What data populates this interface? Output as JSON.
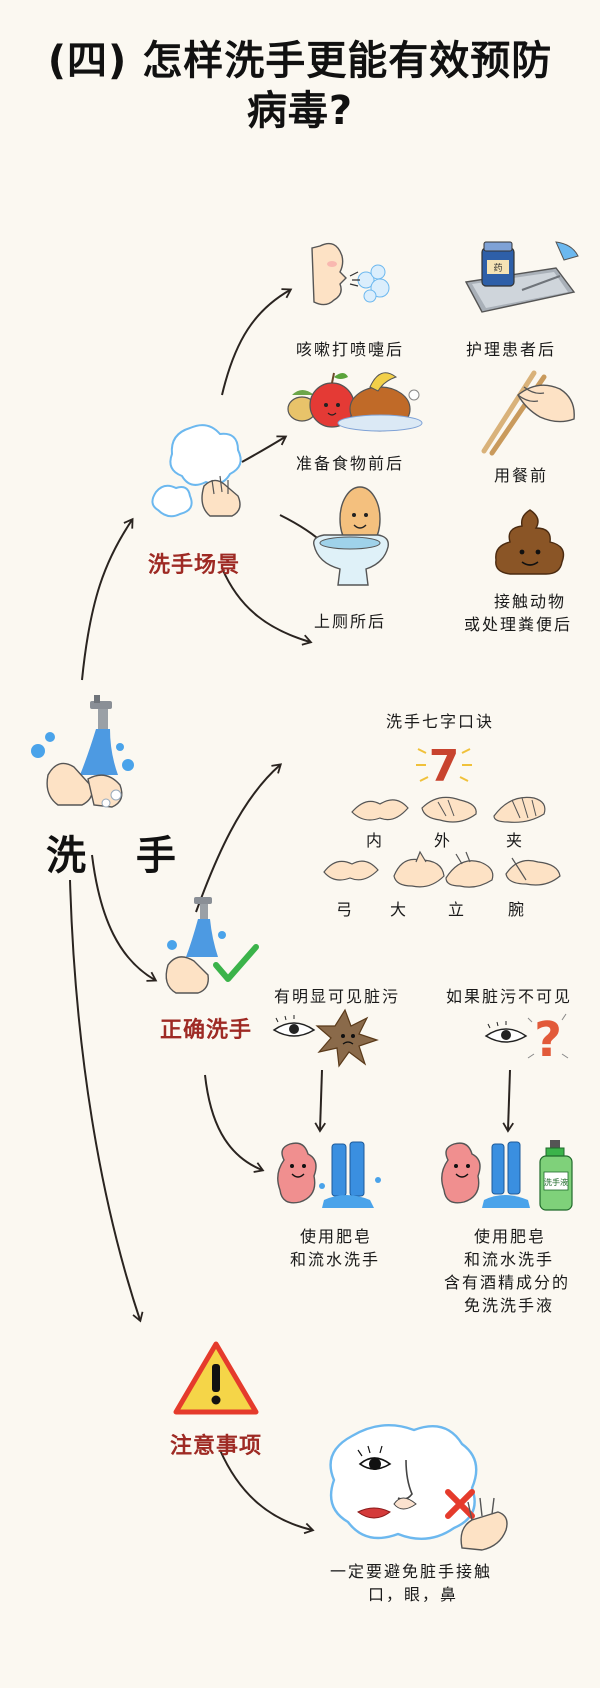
{
  "title": {
    "line1": "(四) 怎样洗手更能有效预防",
    "line2": "病毒?"
  },
  "center": {
    "label": "洗 手"
  },
  "scenarios": {
    "label": "洗手场景",
    "items": [
      {
        "text": "咳嗽打喷嚏后",
        "icon": "sneeze-icon"
      },
      {
        "text": "护理患者后",
        "icon": "medicine-tray-icon"
      },
      {
        "text": "准备食物前后",
        "icon": "food-icon"
      },
      {
        "text": "用餐前",
        "icon": "chopsticks-icon"
      },
      {
        "text": "上厕所后",
        "icon": "toilet-icon"
      },
      {
        "text": "接触动物",
        "text2": "或处理粪便后",
        "icon": "poop-icon"
      }
    ]
  },
  "correct": {
    "label": "正确洗手",
    "mnemonic": {
      "title": "洗手七字口诀",
      "number": "7",
      "steps": [
        "内",
        "外",
        "夹",
        "弓",
        "大",
        "立",
        "腕"
      ]
    },
    "visible": {
      "heading": "有明显可见脏污",
      "result": [
        "使用肥皂",
        "和流水洗手"
      ]
    },
    "invisible": {
      "heading": "如果脏污不可见",
      "result": [
        "使用肥皂",
        "和流水洗手",
        "含有酒精成分的",
        "免洗洗手液"
      ]
    },
    "bottle_text": "洗手液"
  },
  "notes": {
    "label": "注意事项",
    "text": [
      "一定要避免脏手接触",
      "口，眼，鼻"
    ]
  },
  "colors": {
    "accent_red": "#9e2a24",
    "water_blue": "#3a8fe0",
    "check_green": "#3bb34a",
    "warn_red": "#e53b2c",
    "poop_brown": "#8a5526",
    "soap_pink": "#f08f8f"
  }
}
